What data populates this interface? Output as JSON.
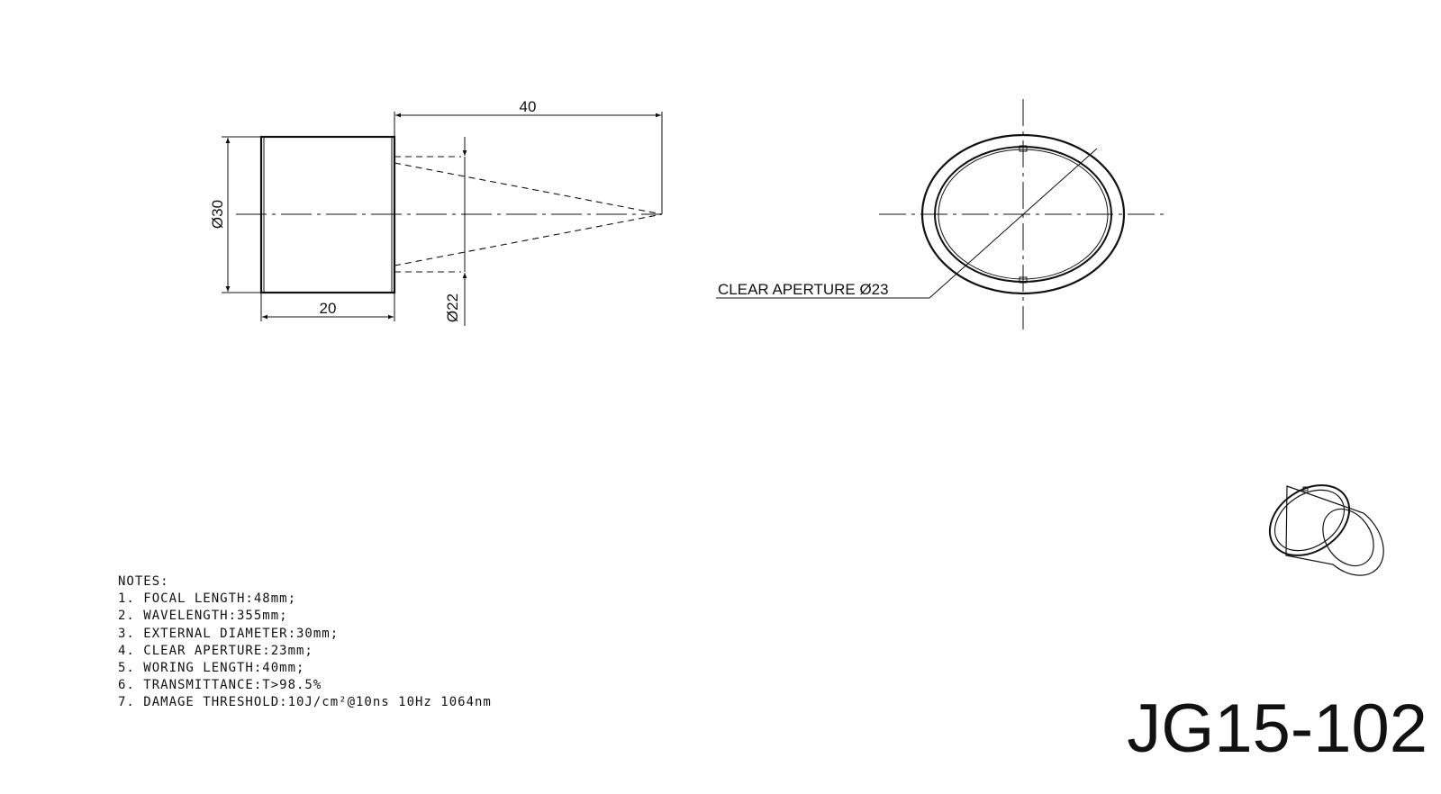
{
  "drawing": {
    "side_view": {
      "dim_length": "40",
      "dim_outer_diameter": "Ø30",
      "dim_body_length": "20",
      "dim_beam_diameter": "Ø22"
    },
    "front_view": {
      "callout": "CLEAR APERTURE Ø23"
    }
  },
  "notes": {
    "heading": "NOTES:",
    "items": [
      "1. FOCAL LENGTH:48mm;",
      "2. WAVELENGTH:355mm;",
      "3. EXTERNAL DIAMETER:30mm;",
      "4. CLEAR APERTURE:23mm;",
      "5. WORING LENGTH:40mm;",
      "6. TRANSMITTANCE:T>98.5%",
      "7. DAMAGE THRESHOLD:10J/cm²@10ns 10Hz 1064nm"
    ]
  },
  "part_number": "JG15-102"
}
